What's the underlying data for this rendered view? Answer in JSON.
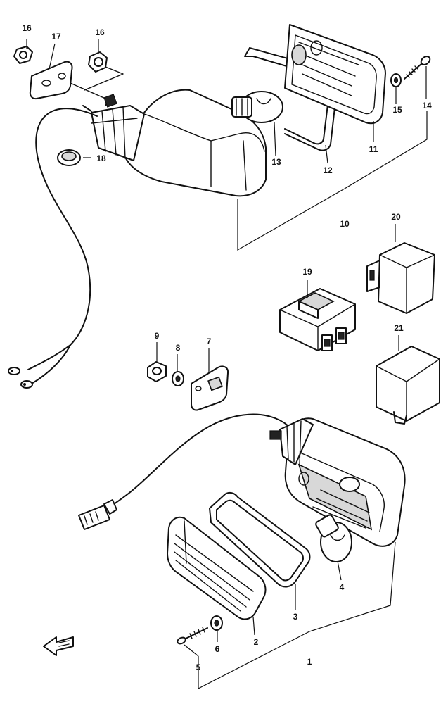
{
  "callouts": [
    {
      "id": "c1",
      "text": "1"
    },
    {
      "id": "c2",
      "text": "2"
    },
    {
      "id": "c3",
      "text": "3"
    },
    {
      "id": "c4",
      "text": "4"
    },
    {
      "id": "c5",
      "text": "5"
    },
    {
      "id": "c6",
      "text": "6"
    },
    {
      "id": "c7",
      "text": "7"
    },
    {
      "id": "c8",
      "text": "8"
    },
    {
      "id": "c9",
      "text": "9"
    },
    {
      "id": "c10",
      "text": "10"
    },
    {
      "id": "c11",
      "text": "11"
    },
    {
      "id": "c12",
      "text": "12"
    },
    {
      "id": "c13",
      "text": "13"
    },
    {
      "id": "c14",
      "text": "14"
    },
    {
      "id": "c15",
      "text": "15"
    },
    {
      "id": "c16a",
      "text": "16"
    },
    {
      "id": "c16b",
      "text": "16"
    },
    {
      "id": "c17",
      "text": "17"
    },
    {
      "id": "c18",
      "text": "18"
    },
    {
      "id": "c19",
      "text": "19"
    },
    {
      "id": "c20",
      "text": "20"
    },
    {
      "id": "c21",
      "text": "21"
    }
  ],
  "direction_marker": "front"
}
